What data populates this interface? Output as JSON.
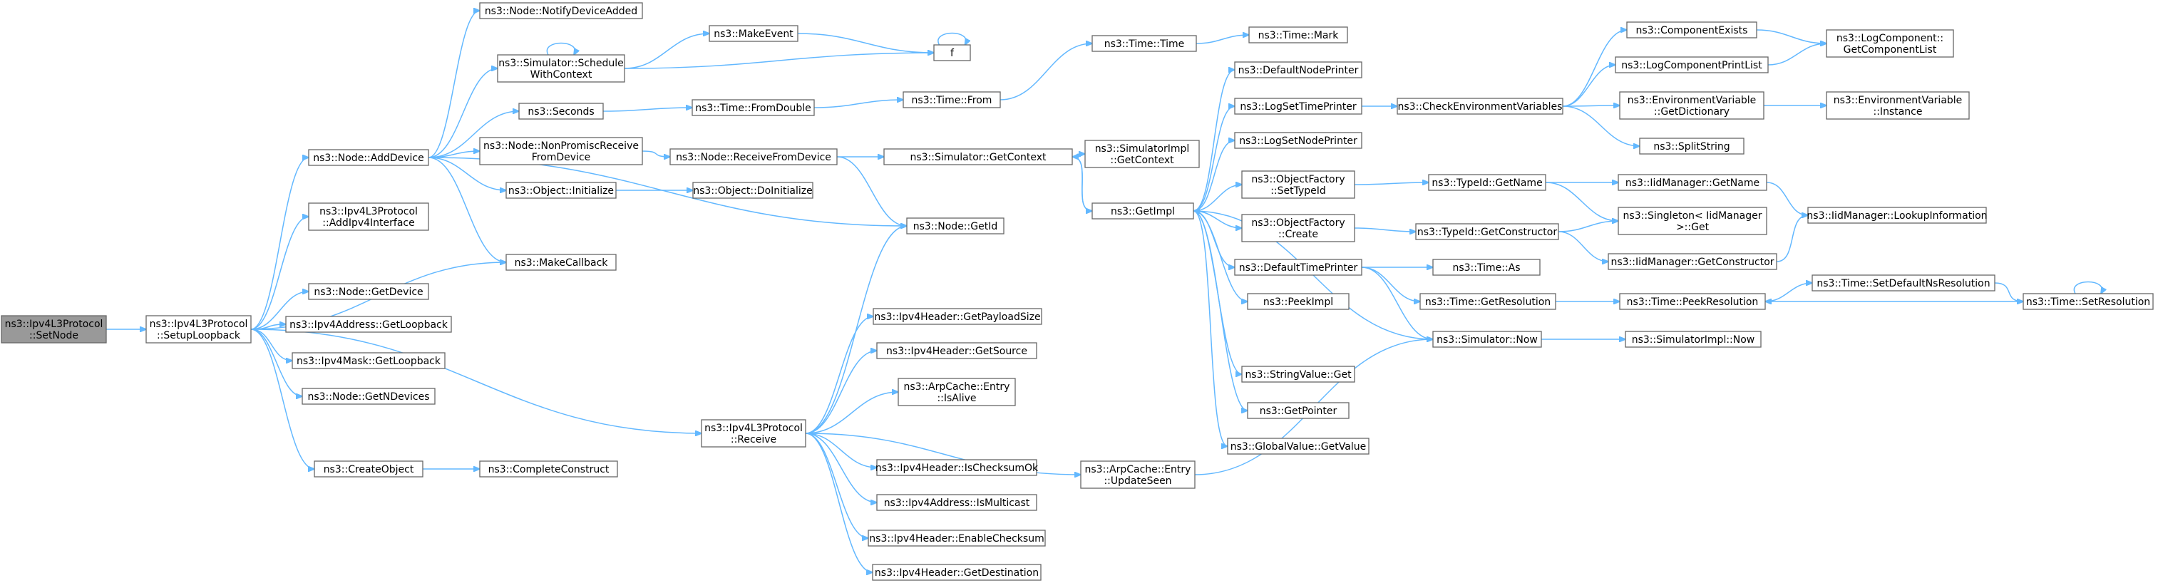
{
  "diagram": {
    "type": "call-graph",
    "colors": {
      "edge": "#63b8ff",
      "node_border": "#666666",
      "root_fill": "#999999",
      "node_fill": "#ffffff"
    },
    "nodes": [
      {
        "id": "root",
        "lines": [
          "ns3::Ipv4L3Protocol",
          "::SetNode"
        ],
        "root": true
      },
      {
        "id": "setupLoopback",
        "lines": [
          "ns3::Ipv4L3Protocol",
          "::SetupLoopback"
        ]
      },
      {
        "id": "addDevice",
        "lines": [
          "ns3::Node::AddDevice"
        ]
      },
      {
        "id": "addIpv4Interface",
        "lines": [
          "ns3::Ipv4L3Protocol",
          "::AddIpv4Interface"
        ]
      },
      {
        "id": "nodeGetDevice",
        "lines": [
          "ns3::Node::GetDevice"
        ]
      },
      {
        "id": "ipv4AddrGetLoopback",
        "lines": [
          "ns3::Ipv4Address::GetLoopback"
        ]
      },
      {
        "id": "ipv4MaskGetLoopback",
        "lines": [
          "ns3::Ipv4Mask::GetLoopback"
        ]
      },
      {
        "id": "getNDevices",
        "lines": [
          "ns3::Node::GetNDevices"
        ]
      },
      {
        "id": "createObject",
        "lines": [
          "ns3::CreateObject"
        ]
      },
      {
        "id": "completeConstruct",
        "lines": [
          "ns3::CompleteConstruct"
        ]
      },
      {
        "id": "notifyDeviceAdded",
        "lines": [
          "ns3::Node::NotifyDeviceAdded"
        ]
      },
      {
        "id": "scheduleWithContext",
        "lines": [
          "ns3::Simulator::Schedule",
          "WithContext"
        ]
      },
      {
        "id": "seconds",
        "lines": [
          "ns3::Seconds"
        ]
      },
      {
        "id": "nonPromisc",
        "lines": [
          "ns3::Node::NonPromiscReceive",
          "FromDevice"
        ]
      },
      {
        "id": "objectInitialize",
        "lines": [
          "ns3::Object::Initialize"
        ]
      },
      {
        "id": "makeCallback",
        "lines": [
          "ns3::MakeCallback"
        ]
      },
      {
        "id": "makeEvent",
        "lines": [
          "ns3::MakeEvent"
        ]
      },
      {
        "id": "f",
        "lines": [
          "f"
        ]
      },
      {
        "id": "timeFromDouble",
        "lines": [
          "ns3::Time::FromDouble"
        ]
      },
      {
        "id": "receiveFromDevice",
        "lines": [
          "ns3::Node::ReceiveFromDevice"
        ]
      },
      {
        "id": "doInitialize",
        "lines": [
          "ns3::Object::DoInitialize"
        ]
      },
      {
        "id": "nodeGetId",
        "lines": [
          "ns3::Node::GetId"
        ]
      },
      {
        "id": "receive",
        "lines": [
          "ns3::Ipv4L3Protocol",
          "::Receive"
        ]
      },
      {
        "id": "getPayloadSize",
        "lines": [
          "ns3::Ipv4Header::GetPayloadSize"
        ]
      },
      {
        "id": "getSource",
        "lines": [
          "ns3::Ipv4Header::GetSource"
        ]
      },
      {
        "id": "isAlive",
        "lines": [
          "ns3::ArpCache::Entry",
          "::IsAlive"
        ]
      },
      {
        "id": "isChecksumOk",
        "lines": [
          "ns3::Ipv4Header::IsChecksumOk"
        ]
      },
      {
        "id": "isMulticast",
        "lines": [
          "ns3::Ipv4Address::IsMulticast"
        ]
      },
      {
        "id": "enableChecksum",
        "lines": [
          "ns3::Ipv4Header::EnableChecksum"
        ]
      },
      {
        "id": "getDestination",
        "lines": [
          "ns3::Ipv4Header::GetDestination"
        ]
      },
      {
        "id": "timeTime",
        "lines": [
          "ns3::Time::Time"
        ]
      },
      {
        "id": "timeFrom",
        "lines": [
          "ns3::Time::From"
        ]
      },
      {
        "id": "simGetContext",
        "lines": [
          "ns3::Simulator::GetContext"
        ]
      },
      {
        "id": "simImplGetContext",
        "lines": [
          "ns3::SimulatorImpl",
          "::GetContext"
        ]
      },
      {
        "id": "getImpl",
        "lines": [
          "ns3::GetImpl"
        ]
      },
      {
        "id": "updateSeen",
        "lines": [
          "ns3::ArpCache::Entry",
          "::UpdateSeen"
        ]
      },
      {
        "id": "timeMark",
        "lines": [
          "ns3::Time::Mark"
        ]
      },
      {
        "id": "defaultNodePrinter",
        "lines": [
          "ns3::DefaultNodePrinter"
        ]
      },
      {
        "id": "logSetTimePrinter",
        "lines": [
          "ns3::LogSetTimePrinter"
        ]
      },
      {
        "id": "logSetNodePrinter",
        "lines": [
          "ns3::LogSetNodePrinter"
        ]
      },
      {
        "id": "ofSetTypeId",
        "lines": [
          "ns3::ObjectFactory",
          "::SetTypeId"
        ]
      },
      {
        "id": "ofCreate",
        "lines": [
          "ns3::ObjectFactory",
          "::Create"
        ]
      },
      {
        "id": "defaultTimePrinter",
        "lines": [
          "ns3::DefaultTimePrinter"
        ]
      },
      {
        "id": "peekImpl",
        "lines": [
          "ns3::PeekImpl"
        ]
      },
      {
        "id": "stringValueGet",
        "lines": [
          "ns3::StringValue::Get"
        ]
      },
      {
        "id": "getPointer",
        "lines": [
          "ns3::GetPointer"
        ]
      },
      {
        "id": "globalValueGetValue",
        "lines": [
          "ns3::GlobalValue::GetValue"
        ]
      },
      {
        "id": "checkEnvVars",
        "lines": [
          "ns3::CheckEnvironmentVariables"
        ]
      },
      {
        "id": "typeIdGetName",
        "lines": [
          "ns3::TypeId::GetName"
        ]
      },
      {
        "id": "typeIdGetConstructor",
        "lines": [
          "ns3::TypeId::GetConstructor"
        ]
      },
      {
        "id": "timeAs",
        "lines": [
          "ns3::Time::As"
        ]
      },
      {
        "id": "timeGetResolution",
        "lines": [
          "ns3::Time::GetResolution"
        ]
      },
      {
        "id": "simNow",
        "lines": [
          "ns3::Simulator::Now"
        ]
      },
      {
        "id": "componentExists",
        "lines": [
          "ns3::ComponentExists"
        ]
      },
      {
        "id": "logComponentPrintList",
        "lines": [
          "ns3::LogComponentPrintList"
        ]
      },
      {
        "id": "envVarGetDictionary",
        "lines": [
          "ns3::EnvironmentVariable",
          "::GetDictionary"
        ]
      },
      {
        "id": "splitString",
        "lines": [
          "ns3::SplitString"
        ]
      },
      {
        "id": "iidGetName",
        "lines": [
          "ns3::IidManager::GetName"
        ]
      },
      {
        "id": "singletonGet",
        "lines": [
          "ns3::Singleton< IidManager",
          ">::Get"
        ]
      },
      {
        "id": "iidGetConstructor",
        "lines": [
          "ns3::IidManager::GetConstructor"
        ]
      },
      {
        "id": "timePeekResolution",
        "lines": [
          "ns3::Time::PeekResolution"
        ]
      },
      {
        "id": "simImplNow",
        "lines": [
          "ns3::SimulatorImpl::Now"
        ]
      },
      {
        "id": "logCompGetList",
        "lines": [
          "ns3::LogComponent::",
          "GetComponentList"
        ]
      },
      {
        "id": "envVarInstance",
        "lines": [
          "ns3::EnvironmentVariable",
          "::Instance"
        ]
      },
      {
        "id": "iidLookupInfo",
        "lines": [
          "ns3::IidManager::LookupInformation"
        ]
      },
      {
        "id": "timeSetDefaultNsRes",
        "lines": [
          "ns3::Time::SetDefaultNsResolution"
        ]
      },
      {
        "id": "timeSetResolution",
        "lines": [
          "ns3::Time::SetResolution"
        ]
      }
    ],
    "edges": [
      [
        "root",
        "setupLoopback"
      ],
      [
        "setupLoopback",
        "addDevice"
      ],
      [
        "setupLoopback",
        "addIpv4Interface"
      ],
      [
        "setupLoopback",
        "makeCallback"
      ],
      [
        "setupLoopback",
        "nodeGetDevice"
      ],
      [
        "setupLoopback",
        "ipv4AddrGetLoopback"
      ],
      [
        "setupLoopback",
        "ipv4MaskGetLoopback"
      ],
      [
        "setupLoopback",
        "getNDevices"
      ],
      [
        "setupLoopback",
        "receive"
      ],
      [
        "setupLoopback",
        "createObject"
      ],
      [
        "createObject",
        "completeConstruct"
      ],
      [
        "addDevice",
        "notifyDeviceAdded"
      ],
      [
        "addDevice",
        "scheduleWithContext"
      ],
      [
        "addDevice",
        "seconds"
      ],
      [
        "addDevice",
        "nonPromisc"
      ],
      [
        "addDevice",
        "objectInitialize"
      ],
      [
        "addDevice",
        "makeCallback"
      ],
      [
        "addDevice",
        "nodeGetId"
      ],
      [
        "scheduleWithContext",
        "scheduleWithContext"
      ],
      [
        "scheduleWithContext",
        "makeEvent"
      ],
      [
        "scheduleWithContext",
        "f"
      ],
      [
        "makeEvent",
        "f"
      ],
      [
        "f",
        "f"
      ],
      [
        "seconds",
        "timeFromDouble"
      ],
      [
        "timeFromDouble",
        "timeFrom"
      ],
      [
        "nonPromisc",
        "receiveFromDevice"
      ],
      [
        "receiveFromDevice",
        "simGetContext"
      ],
      [
        "receiveFromDevice",
        "nodeGetId"
      ],
      [
        "objectInitialize",
        "doInitialize"
      ],
      [
        "receive",
        "nodeGetId"
      ],
      [
        "receive",
        "getPayloadSize"
      ],
      [
        "receive",
        "getSource"
      ],
      [
        "receive",
        "isAlive"
      ],
      [
        "receive",
        "isChecksumOk"
      ],
      [
        "receive",
        "isMulticast"
      ],
      [
        "receive",
        "enableChecksum"
      ],
      [
        "receive",
        "getDestination"
      ],
      [
        "receive",
        "updateSeen"
      ],
      [
        "updateSeen",
        "simNow"
      ],
      [
        "timeFrom",
        "timeTime"
      ],
      [
        "timeTime",
        "timeMark"
      ],
      [
        "simGetContext",
        "simImplGetContext"
      ],
      [
        "simGetContext",
        "getImpl"
      ],
      [
        "getImpl",
        "simGetContext"
      ],
      [
        "getImpl",
        "defaultNodePrinter"
      ],
      [
        "getImpl",
        "logSetTimePrinter"
      ],
      [
        "getImpl",
        "logSetNodePrinter"
      ],
      [
        "getImpl",
        "ofSetTypeId"
      ],
      [
        "getImpl",
        "ofCreate"
      ],
      [
        "getImpl",
        "defaultTimePrinter"
      ],
      [
        "getImpl",
        "peekImpl"
      ],
      [
        "getImpl",
        "stringValueGet"
      ],
      [
        "getImpl",
        "getPointer"
      ],
      [
        "getImpl",
        "globalValueGetValue"
      ],
      [
        "simNow",
        "getImpl"
      ],
      [
        "simNow",
        "simImplNow"
      ],
      [
        "logSetTimePrinter",
        "checkEnvVars"
      ],
      [
        "checkEnvVars",
        "componentExists"
      ],
      [
        "checkEnvVars",
        "logComponentPrintList"
      ],
      [
        "checkEnvVars",
        "envVarGetDictionary"
      ],
      [
        "checkEnvVars",
        "splitString"
      ],
      [
        "componentExists",
        "logCompGetList"
      ],
      [
        "logComponentPrintList",
        "logCompGetList"
      ],
      [
        "envVarGetDictionary",
        "envVarInstance"
      ],
      [
        "ofSetTypeId",
        "typeIdGetName"
      ],
      [
        "ofCreate",
        "typeIdGetConstructor"
      ],
      [
        "typeIdGetName",
        "iidGetName"
      ],
      [
        "typeIdGetName",
        "singletonGet"
      ],
      [
        "typeIdGetConstructor",
        "singletonGet"
      ],
      [
        "typeIdGetConstructor",
        "iidGetConstructor"
      ],
      [
        "iidGetName",
        "iidLookupInfo"
      ],
      [
        "iidGetConstructor",
        "iidLookupInfo"
      ],
      [
        "defaultTimePrinter",
        "timeAs"
      ],
      [
        "defaultTimePrinter",
        "timeGetResolution"
      ],
      [
        "defaultTimePrinter",
        "simNow"
      ],
      [
        "timeGetResolution",
        "timePeekResolution"
      ],
      [
        "timePeekResolution",
        "timeSetDefaultNsRes"
      ],
      [
        "timeSetDefaultNsRes",
        "timeSetResolution"
      ],
      [
        "timeSetResolution",
        "timePeekResolution"
      ],
      [
        "timeSetResolution",
        "timeSetResolution"
      ]
    ]
  }
}
